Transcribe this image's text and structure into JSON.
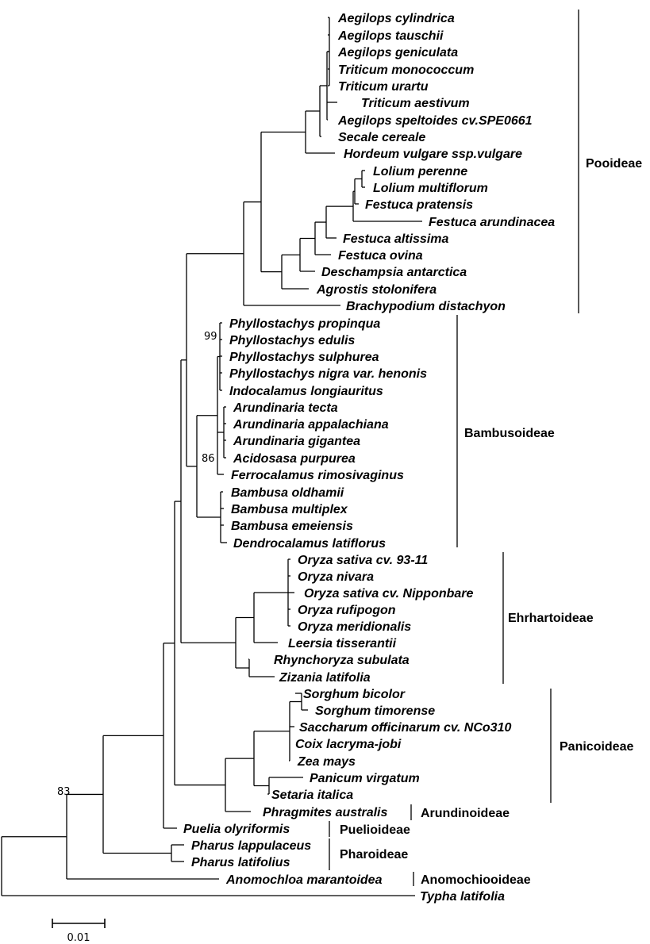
{
  "taxa": [
    "Aegilops cylindrica",
    "Aegilops tauschii",
    "Aegilops geniculata",
    "Triticum monococcum",
    "Triticum urartu",
    "Triticum aestivum",
    "Aegilops speltoides cv.SPE0661",
    "Secale cereale",
    "Hordeum vulgare ssp.vulgare",
    "Lolium perenne",
    "Lolium multiflorum",
    "Festuca pratensis",
    "Festuca arundinacea",
    "Festuca altissima",
    "Festuca ovina",
    "Deschampsia antarctica",
    "Agrostis stolonifera",
    "Brachypodium distachyon",
    "Phyllostachys propinqua",
    "Phyllostachys edulis",
    "Phyllostachys sulphurea",
    "Phyllostachys nigra var. henonis",
    "Indocalamus longiauritus",
    "Arundinaria tecta",
    "Arundinaria appalachiana",
    "Arundinaria gigantea",
    "Acidosasa purpurea",
    "Ferrocalamus rimosivaginus",
    "Bambusa oldhamii",
    "Bambusa multiplex",
    "Bambusa emeiensis",
    "Dendrocalamus latiflorus",
    "Oryza sativa cv. 93-11",
    "Oryza nivara",
    "Oryza sativa cv. Nipponbare",
    "Oryza rufipogon",
    "Oryza meridionalis",
    "Leersia tisserantii",
    "Rhynchoryza subulata",
    "Zizania latifolia",
    "Sorghum bicolor",
    "Sorghum timorense",
    "Saccharum officinarum cv. NCo310",
    "Coix lacryma-jobi",
    "Zea mays",
    "Panicum virgatum",
    "Setaria italica",
    "Phragmites australis",
    "Puelia olyriformis",
    "Pharus lappulaceus",
    "Pharus latifolius",
    "Anomochloa marantoidea",
    "Typha latifolia"
  ],
  "clades": [
    "Pooideae",
    "Bambusoideae",
    "Ehrhartoideae",
    "Panicoideae",
    "Arundinoideae",
    "Puelioideae",
    "Pharoideae",
    "Anomochiooideae"
  ],
  "bootstrap": [
    "99",
    "86",
    "83"
  ],
  "scale_label": "0.01"
}
